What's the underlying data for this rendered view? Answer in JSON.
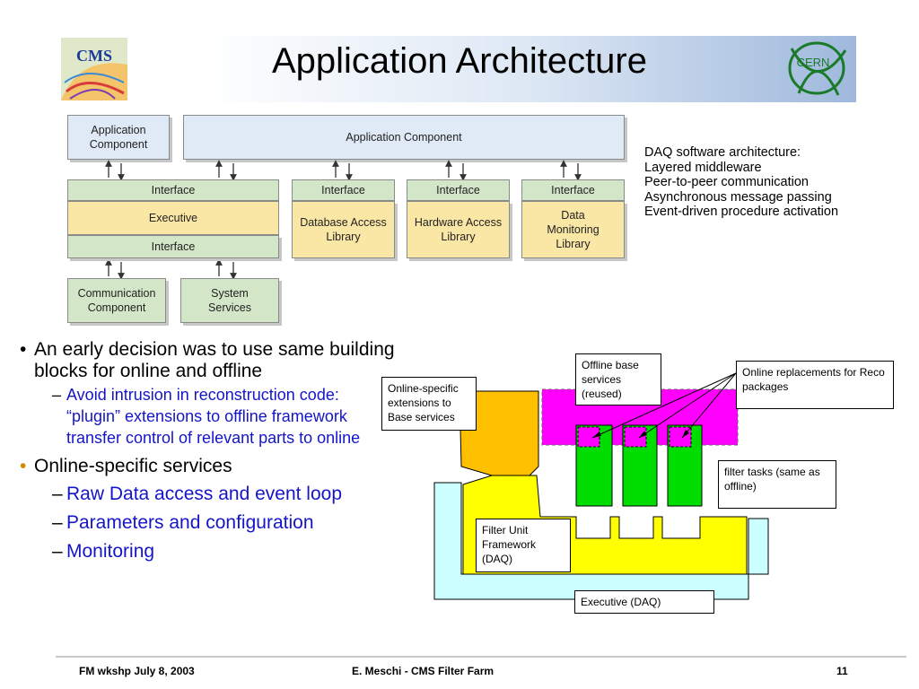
{
  "header": {
    "title": "Application Architecture"
  },
  "logos": {
    "cms_label": "CMS",
    "cern_label": "CERN"
  },
  "arch": {
    "app_component_small": "Application Component",
    "app_component_wide": "Application  Component",
    "interface": "Interface",
    "executive": "Executive",
    "database_lib": "Database Access Library",
    "hardware_lib": "Hardware Access Library",
    "monitoring_lib": "Data Monitoring Library",
    "communication": "Communication Component",
    "system_services": "System Services"
  },
  "daq_notes": [
    "DAQ software architecture:",
    "Layered middleware",
    "Peer-to-peer communication",
    "Asynchronous message passing",
    "Event-driven procedure activation"
  ],
  "bullets": {
    "b1": "An early decision was to use same building blocks for online and offline",
    "b1_sub": "Avoid intrusion in reconstruction code: “plugin” extensions to offline framework transfer control of relevant parts to online",
    "b2": "Online-specific services",
    "b2_subs": [
      "Raw Data access and event loop",
      "Parameters and configuration",
      "Monitoring"
    ]
  },
  "schematic": {
    "offline_base": "Offline base services (reused)",
    "online_replacements": "Online replacements for Reco packages",
    "online_specific": "Online-specific extensions to Base services",
    "filter_tasks": "filter tasks (same as offline)",
    "filter_unit": "Filter Unit Framework (DAQ)",
    "executive": "Executive (DAQ)"
  },
  "footer": {
    "left": "FM wkshp July 8, 2003",
    "center": "E. Meschi - CMS Filter Farm",
    "page": "11"
  },
  "colors": {
    "magenta": "#ff00ff",
    "green": "#00dd00",
    "yellow": "#ffff00",
    "orange": "#ffc000",
    "cyan": "#ccffff",
    "bullet_blue": "#1515c8"
  }
}
